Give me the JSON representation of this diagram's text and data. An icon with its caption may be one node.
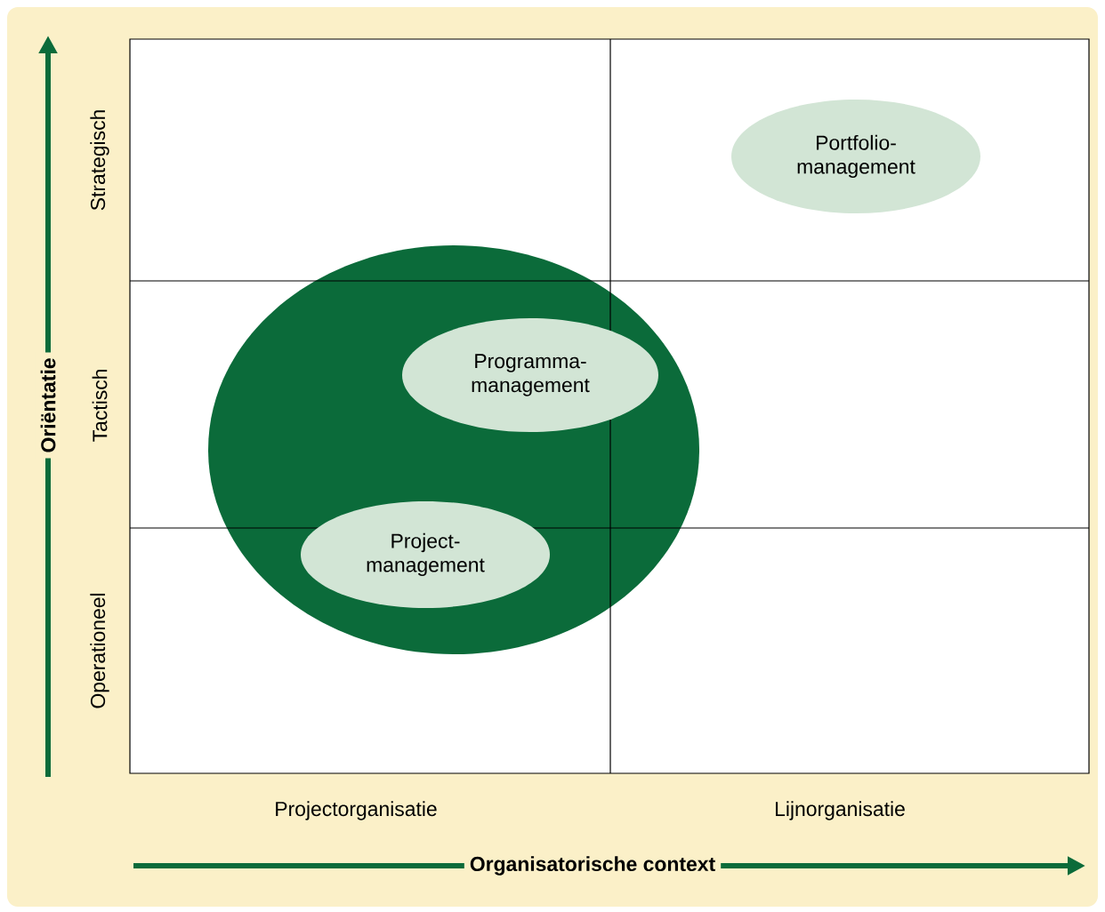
{
  "diagram": {
    "nodes": [
      {
        "text": [
          "Portfolio-management"
        ]
      },
      {
        "text": [],
        "shape": "ellipse"
      },
      {
        "text": [
          "Programma-management"
        ],
        "in": 1
      },
      {
        "text": [
          "Project-management"
        ],
        "in": 1
      }
    ],
    "labels": [
      "Strategisch",
      "Tactisch",
      "Operationeel",
      "Oriëntatie",
      "Projectorganisatie",
      "Lijnorganisatie",
      "Organisatorische context"
    ]
  }
}
